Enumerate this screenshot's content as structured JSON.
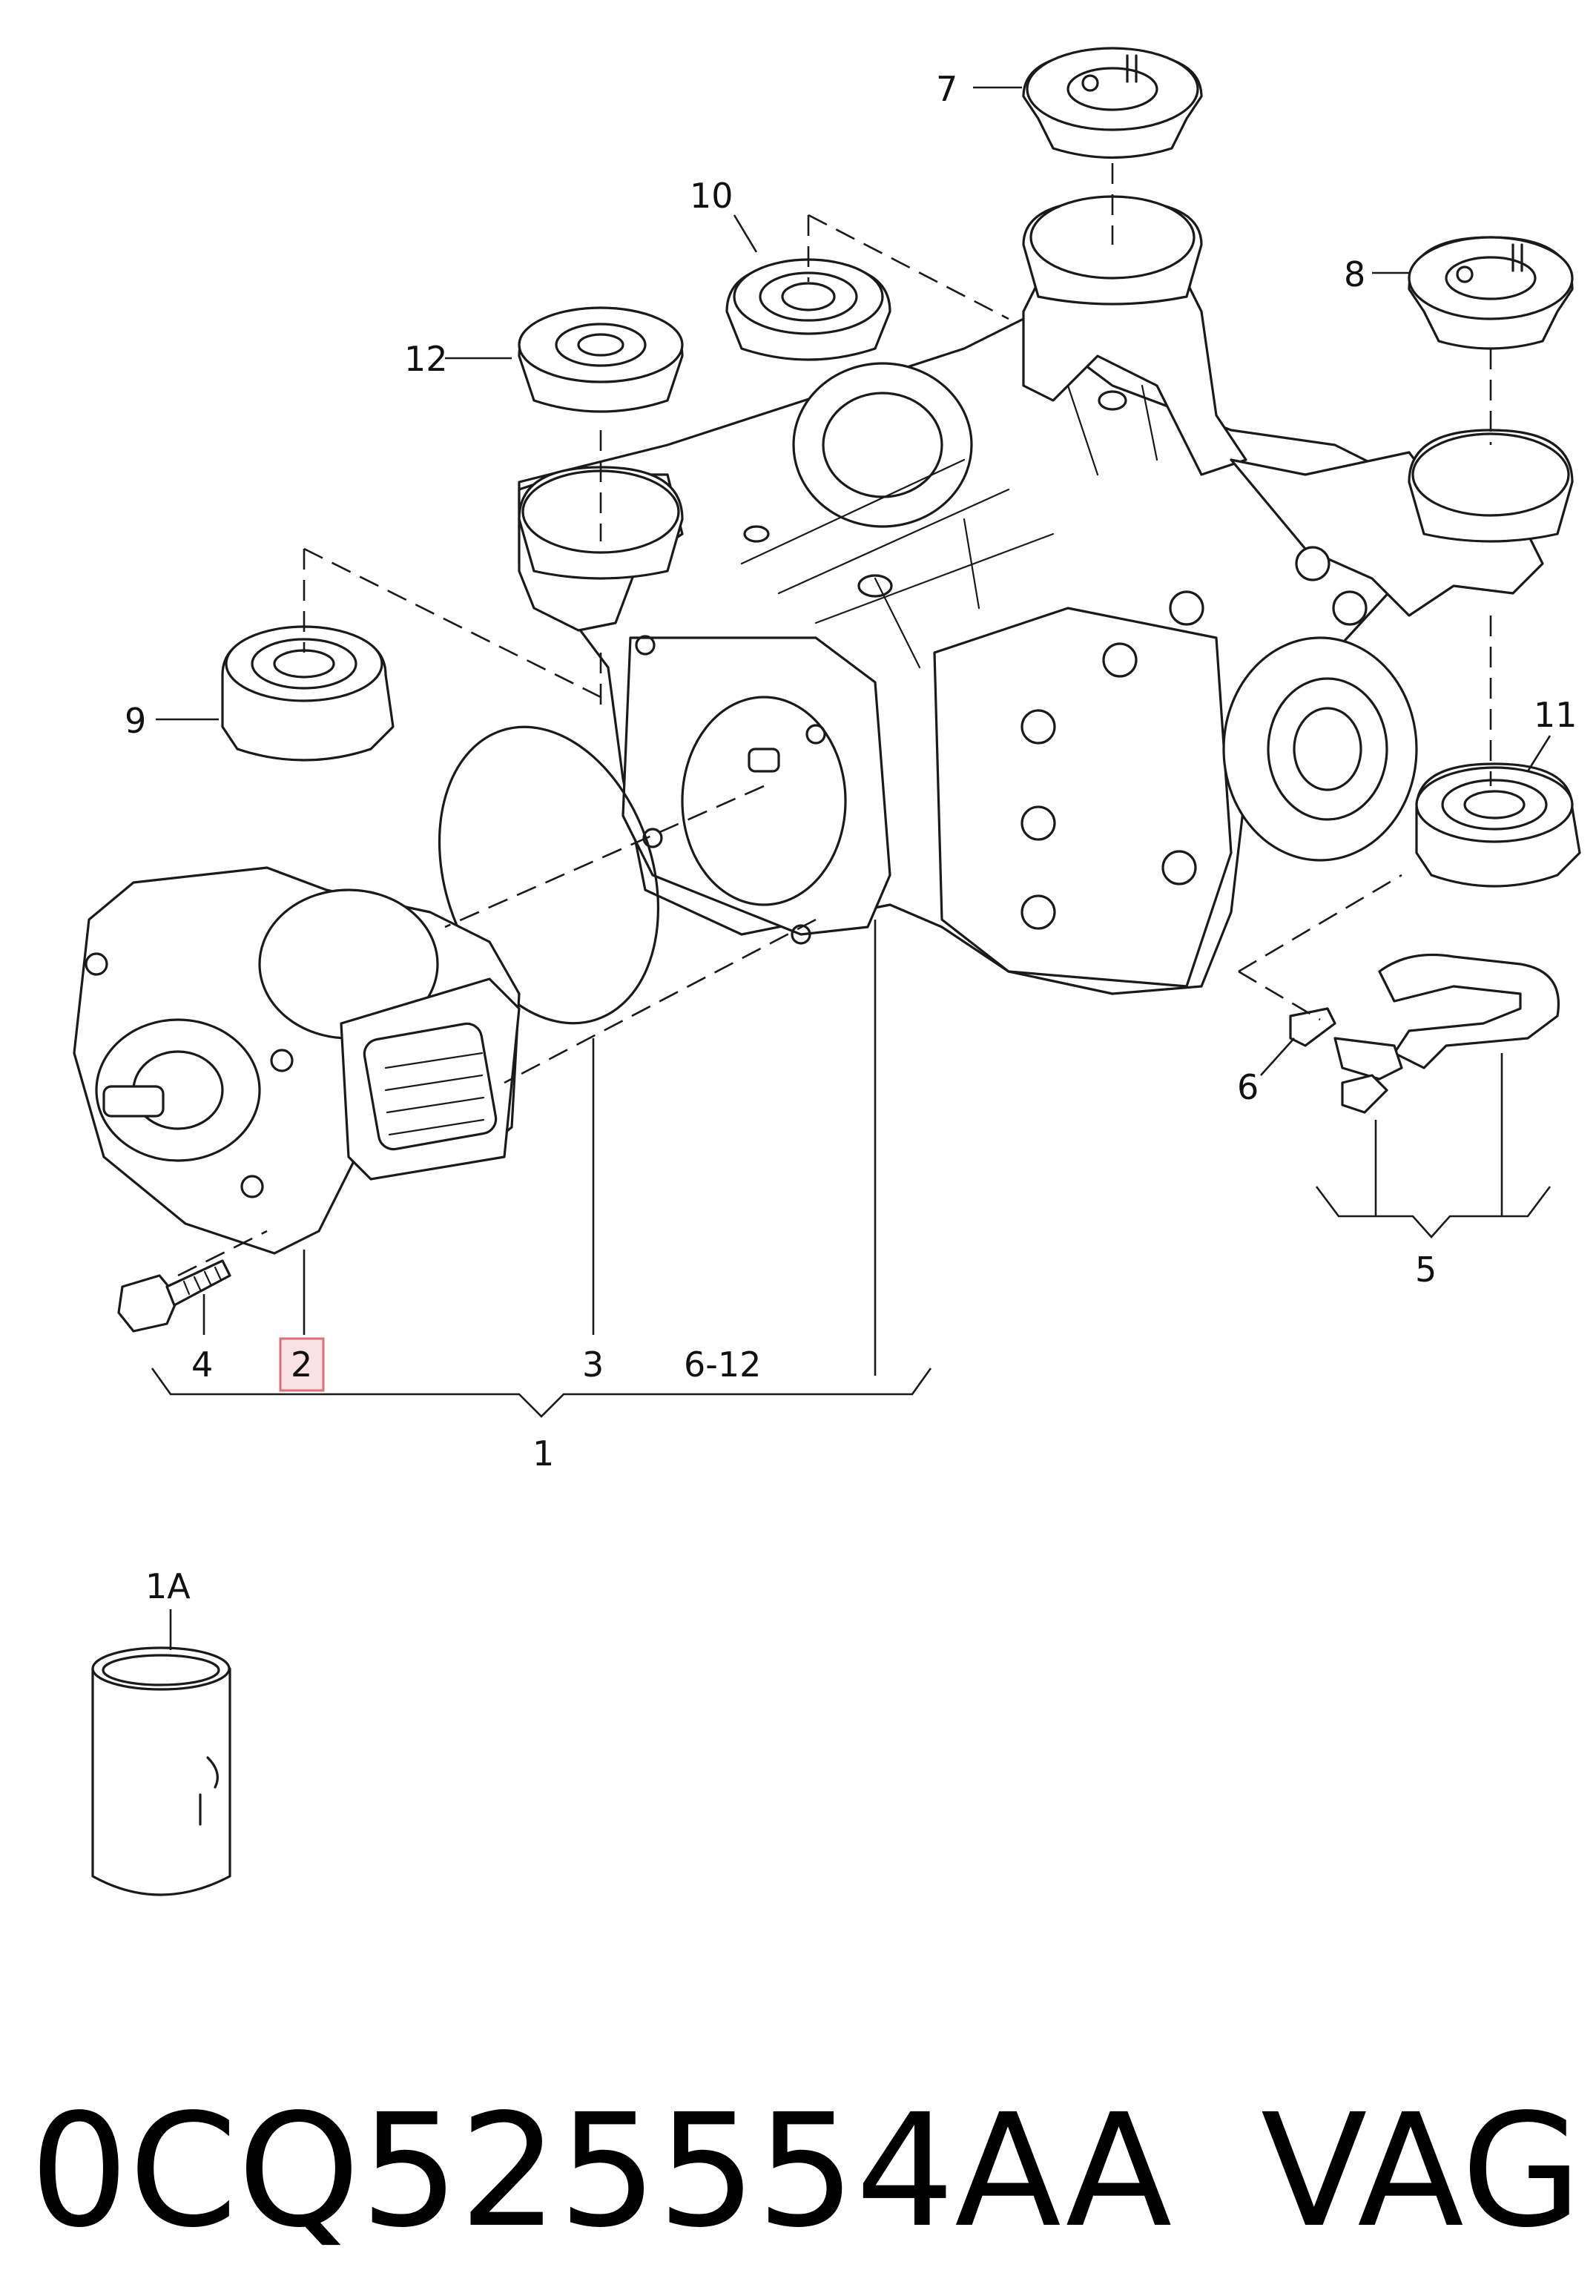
{
  "callouts": {
    "c1": "1",
    "c1a": "1A",
    "c2": "2",
    "c3": "3",
    "c4": "4",
    "c5": "5",
    "c6": "6",
    "c6_12": "6-12",
    "c7": "7",
    "c8": "8",
    "c9": "9",
    "c10": "10",
    "c11": "11",
    "c12": "12"
  },
  "footer": {
    "part_number": "0CQ525554AA",
    "brand": "VAG"
  },
  "highlight": {
    "selected_callout": "2",
    "color": "#e06c7c"
  }
}
